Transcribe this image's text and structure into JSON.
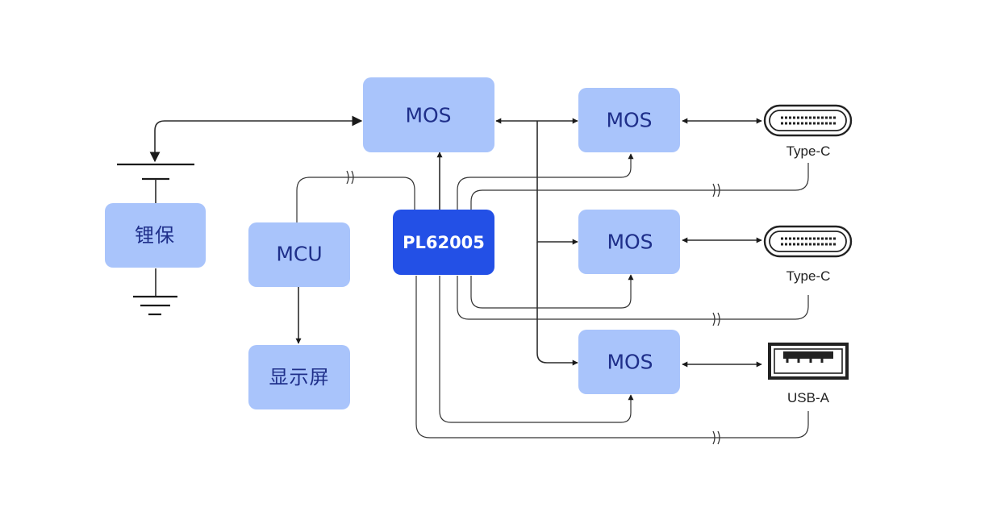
{
  "nodes": {
    "mos_top": "MOS",
    "mos_1": "MOS",
    "mos_2": "MOS",
    "mos_3": "MOS",
    "battery": "锂保",
    "mcu": "MCU",
    "display": "显示屏",
    "controller": "PL62005"
  },
  "ports": {
    "port_1": "Type-C",
    "port_2": "Type-C",
    "port_3": "USB-A"
  },
  "colors": {
    "block": "#a9c4fb",
    "controller": "#2350e6",
    "block_text": "#1f2f8a",
    "line": "#2b2b2b"
  }
}
